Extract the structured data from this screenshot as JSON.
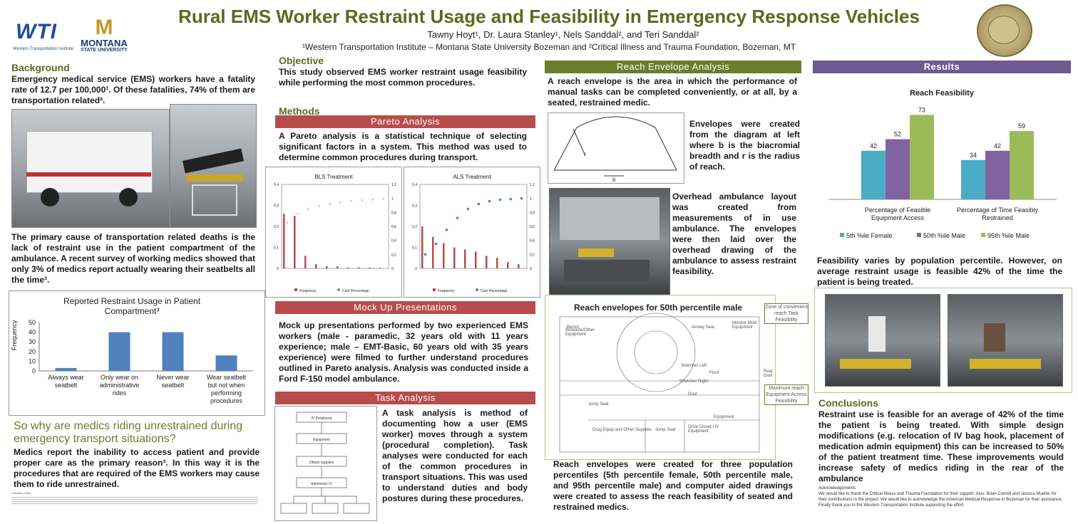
{
  "header": {
    "title": "Rural EMS Worker Restraint Usage and Feasibility in Emergency Response Vehicles",
    "authors": "Tawny Hoyt¹, Dr. Laura Stanley¹, Nels Sanddal², and Teri Sanddal²",
    "affiliations": "¹Western Transportation Institute – Montana State University Bozeman and ²Critical Illness and Trauma Foundation, Bozeman, MT",
    "logo_wti": "WTI",
    "logo_wti_sub": "Western Transportation Institute",
    "logo_msu_m": "M",
    "logo_msu_1": "MONTANA",
    "logo_msu_2": "STATE UNIVERSITY"
  },
  "background": {
    "heading": "Background",
    "p1": "Emergency medical service (EMS) workers have a fatality rate of 12.7 per 100,000¹. Of these fatalities, 74% of them are transportation related².",
    "p2": "The primary cause of transportation related deaths is the lack of restraint use in the patient compartment of the ambulance. A recent survey of working medics showed that only 3% of medics report actually wearing their seatbelts all the time³."
  },
  "restraint_chart_title": "Reported Restraint Usage in Patient Compartment³",
  "question": {
    "heading": "So why are medics riding unrestrained during emergency transport situations?",
    "body": "Medics report the inability to access patient and provide proper care as the primary reason³. In this way it is the procedures that are required of the EMS workers may cause them to ride unrestrained."
  },
  "references_label": "Literature Cited",
  "objective": {
    "heading": "Objective",
    "body": "This study observed EMS worker restraint usage feasibility while performing the most common procedures."
  },
  "methods": {
    "heading": "Methods",
    "pareto_head": "Pareto Analysis",
    "pareto_body": "A Pareto analysis is a statistical technique of selecting significant factors in a system. This method was used to determine common procedures during transport.",
    "bls_title": "BLS Treatment",
    "als_title": "ALS Treatment",
    "legend_freq": "Frequency",
    "legend_cum": "Cum Percentage",
    "mock_head": "Mock Up Presentations",
    "mock_body": "Mock up presentations performed by two experienced EMS workers (male - paramedic, 32 years old with 11 years experience; male – EMT-Basic, 60 years old with 35 years experience) were filmed to further understand procedures outlined in Pareto analysis. Analysis was conducted inside a Ford F-150 model ambulance.",
    "task_head": "Task Analysis",
    "task_body": "A task analysis is method of documenting how a user (EMS worker) moves through a system (procedural completion). Task analyses were conducted for each of the common procedures in transport situations. This was used to understand duties and body postures during these procedures.",
    "task_nodes": [
      "IV Peripheral",
      "Equipment",
      "Obtain supplies",
      "Administer IV"
    ]
  },
  "reach": {
    "head": "Reach Envelope Analysis",
    "intro": "A reach envelope is the area in which the performance of manual tasks can be completed conveniently, or at all, by a seated, restrained medic.",
    "envelope_text": "Envelopes were created from the diagram at left where b is the biacromial breadth and r is the radius of reach.",
    "label_r": "r",
    "label_b": "b",
    "overhead_text": "Overhead ambulance layout was created from measurements of in use ambulance. The envelopes were then laid over the overhead drawing of the ambulance to assess restraint feasibility.",
    "plan_title": "Reach envelopes for 50th percentile male",
    "plan_note1": "Zone of convenient reach Task Feasibility",
    "plan_note2": "Maximum reach Equipment Access Feasibility",
    "plan_labels": [
      "Bench",
      "Airway Seat",
      "Monitor Multi Equipment",
      "Biowaste/Other Equipment",
      "Stretcher Left",
      "Floor",
      "Rear Door",
      "Stretcher Right",
      "Door",
      "Jump Seat",
      "Equipment",
      "Drug Equip and Other Supplies",
      "Jump Seat",
      "Drive Closet / IV Equipment"
    ],
    "conclusion": "Reach envelopes were created for three population percentiles (5th percentile female, 50th percentile male, and 95th percentile male) and computer aided drawings were created to assess the reach feasibility of seated and restrained medics."
  },
  "results": {
    "head": "Results",
    "chart_title": "Reach Feasibility",
    "group_labels": [
      "Percentage of Feasible Equipment Access",
      "Percentage of Time Feasibly Restrained"
    ],
    "legend": [
      "5th %ile Female",
      "50th %ile Male",
      "95th %ile Male"
    ],
    "body": "Feasibility varies by population percentile. However, on average restraint usage is feasible 42% of the time the patient is being treated."
  },
  "conclusions": {
    "heading": "Conclusions",
    "body": "Restraint use is feasible for an average of 42% of the time the patient is being treated. With simple design modifications (e.g. relocation of IV bag hook, placement of medication admin equipment) this can be increased to 50% of the patient treatment time. These improvements would increase safety of medics riding in the rear of the ambulance",
    "ack_label": "Acknowledgements",
    "ack": "We would like to thank the Critical Illness and Trauma Foundation for their support. Also, Brian Conrell and Jessica Mueller for their contributions to the project. We would like to acknowledge the American Medical Response in Bozeman for their assistance. Finally thank you to the Western Transportation Institute supporting the effort."
  },
  "colors": {
    "female": "#4bacc6",
    "male50": "#8064a2",
    "male95": "#9bbb59",
    "bar_blue": "#4f81bd"
  },
  "chart_data": [
    {
      "type": "bar",
      "title": "Reported Restraint Usage in Patient Compartment³",
      "xlabel": "",
      "ylabel": "Frequency",
      "categories": [
        "Always wear seatbelt",
        "Only wear on administrative rides",
        "Never wear seatbelt",
        "Wear seatbelt but not when performing procedures"
      ],
      "values": [
        3,
        40,
        40,
        16
      ],
      "ylim": [
        0,
        50
      ],
      "yticks": [
        0,
        10,
        20,
        30,
        40,
        50
      ]
    },
    {
      "type": "bar",
      "title": "Reach Feasibility",
      "categories": [
        "Percentage of Feasible Equipment Access",
        "Percentage of Time Feasibly Restrained"
      ],
      "series": [
        {
          "name": "5th %ile Female",
          "values": [
            42,
            34
          ]
        },
        {
          "name": "50th %ile Male",
          "values": [
            52,
            42
          ]
        },
        {
          "name": "95th %ile Male",
          "values": [
            73,
            59
          ]
        }
      ],
      "ylim": [
        0,
        80
      ],
      "legend": "bottom"
    },
    {
      "type": "bar",
      "title": "BLS Treatment",
      "series": [
        {
          "name": "Frequency",
          "values": [
            0.26,
            0.25,
            0.06,
            0.02,
            0.01,
            0.01,
            0.005,
            0.005,
            0.004,
            0.003
          ]
        },
        {
          "name": "Cum Percentage",
          "values": [
            0.65,
            0.78,
            0.85,
            0.89,
            0.92,
            0.94,
            0.96,
            0.97,
            0.98,
            0.99
          ]
        }
      ],
      "yticks_left": [
        "0",
        "0,1",
        "0,2",
        "0,3",
        "0,4"
      ],
      "yticks_right": [
        "0",
        "0,2",
        "0,4",
        "0,6",
        "0,8",
        "1",
        "1,2"
      ]
    },
    {
      "type": "bar",
      "title": "ALS Treatment",
      "series": [
        {
          "name": "Frequency",
          "values": [
            0.2,
            0.15,
            0.12,
            0.1,
            0.09,
            0.08,
            0.06,
            0.05,
            0.03,
            0.02
          ]
        },
        {
          "name": "Cum Percentage",
          "values": [
            0.2,
            0.35,
            0.55,
            0.72,
            0.85,
            0.92,
            0.96,
            0.98,
            0.99,
            1.0
          ]
        }
      ],
      "yticks_left": [
        "0",
        "0,1",
        "0,2",
        "0,3",
        "0,4"
      ],
      "yticks_right": [
        "0",
        "0,2",
        "0,4",
        "0,6",
        "0,8",
        "1",
        "1,2"
      ]
    }
  ]
}
